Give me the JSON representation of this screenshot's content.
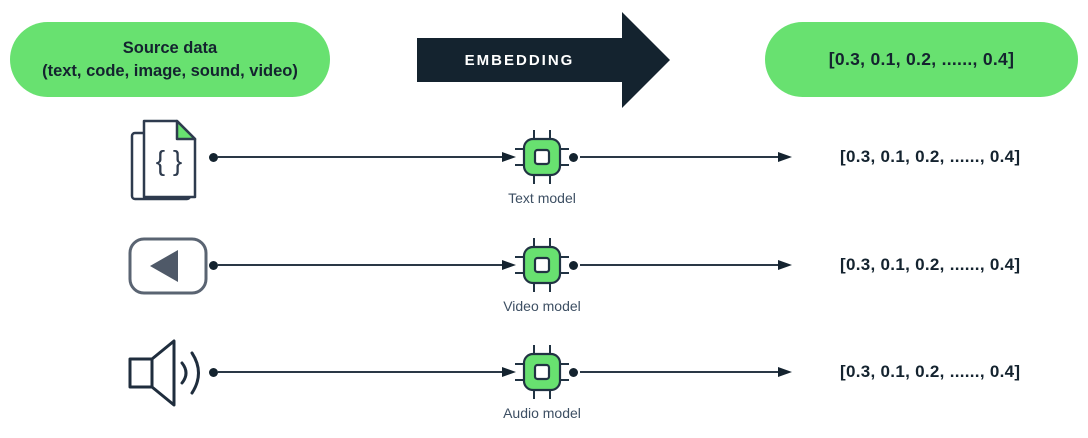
{
  "diagram": {
    "title_pill": {
      "line1": "Source data",
      "line2": "(text, code, image, sound, video)"
    },
    "embedding_arrow_label": "EMBEDDING",
    "output_pill": "[0.3, 0.1, 0.2, ......, 0.4]",
    "rows": [
      {
        "icon": "code-document-icon",
        "icon_glyph": "{ }",
        "model_label": "Text model",
        "vector": "[0.3, 0.1, 0.2, ......, 0.4]"
      },
      {
        "icon": "video-player-icon",
        "model_label": "Video model",
        "vector": "[0.3, 0.1, 0.2, ......, 0.4]"
      },
      {
        "icon": "audio-speaker-icon",
        "model_label": "Audio model",
        "vector": "[0.3, 0.1, 0.2, ......, 0.4]"
      }
    ],
    "colors": {
      "green": "#68e170",
      "dark_navy": "#14232f",
      "text_navy": "#3d4f63",
      "icon_gray": "#515c6b",
      "white": "#ffffff"
    }
  }
}
